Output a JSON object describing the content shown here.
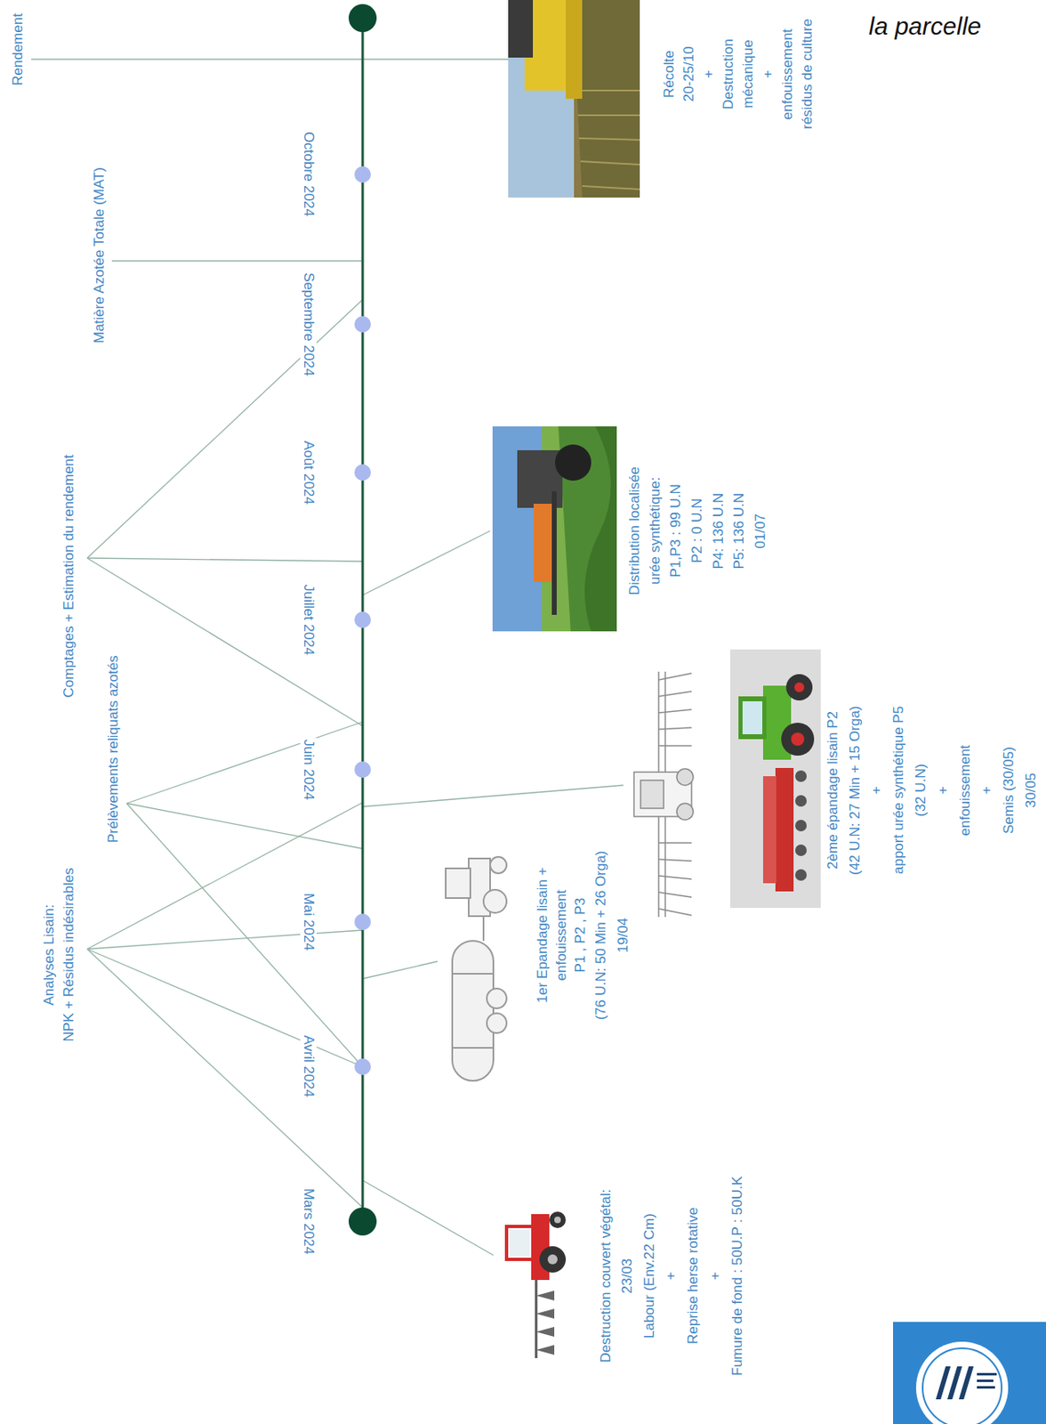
{
  "diagram": {
    "labels": [
      "Analyses Lisain:",
      "NPK + Résidus indésirables",
      "Prélèvements reliquats azotés",
      "Comptages  + Estimation du rendement",
      "Matière Azotée Totale (MAT)",
      "Rendement",
      "Mars 2024",
      "Avril 2024",
      "Mai 2024",
      "Juin 2024",
      "Juillet 2024",
      "Août 2024",
      "Septembre 2024",
      "Octobre 2024",
      "Destruction couvert végétal:",
      "23/03",
      "Labour (Env.22 Cm)",
      "+",
      "Reprise herse rotative",
      "+",
      "Fumure de fond : 50U.P : 50U.K",
      "1er Epandage  lisain +",
      "enfouissement",
      "P1 , P2 , P3",
      "(76 U.N: 50 Min + 26 Orga)",
      "19/04",
      "2ème épandage lisain P2",
      "(42 U.N: 27 Min + 15 Orga)",
      "+",
      "apport urée synthétique P5",
      "(32 U.N)",
      "+",
      "enfouissement",
      "+",
      "Semis (30/05)",
      "30/05",
      "Distribution localisée",
      "urée synthétique:",
      "P1,P3 : 99 U.N",
      "P2 : 0 U.N",
      "P4: 136 U.N",
      "P5: 136 U.N",
      "01/07",
      "Récolte",
      "20-25/10",
      "+",
      "Destruction",
      "mécanique",
      "+",
      "enfouissement",
      "résidus de culture",
      "la parcelle"
    ]
  }
}
